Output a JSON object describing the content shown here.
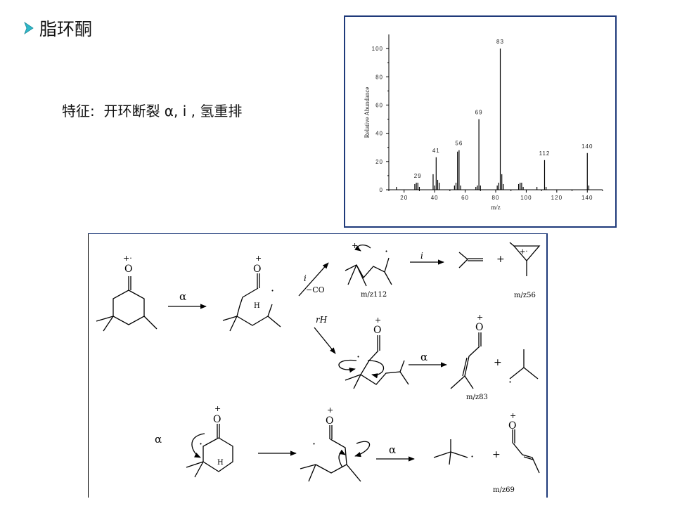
{
  "title": "脂环酮",
  "feature_text": "特征:  开环断裂 α, i , 氢重排",
  "colors": {
    "bullet": "#2fb8c9",
    "frame": "#1f3a7a"
  },
  "chart_data": {
    "type": "bar",
    "xlabel": "m/z",
    "ylabel": "Relative Abundance",
    "xlim": [
      10,
      150
    ],
    "ylim": [
      0,
      110
    ],
    "xticks": [
      "20",
      "40",
      "60",
      "80",
      "100",
      "120",
      "140"
    ],
    "yticks": [
      "0",
      "20",
      "40",
      "60",
      "80",
      "100"
    ],
    "peaks": [
      {
        "x": 15,
        "y": 2
      },
      {
        "x": 27,
        "y": 4
      },
      {
        "x": 28,
        "y": 5
      },
      {
        "x": 29,
        "y": 5
      },
      {
        "x": 30,
        "y": 2
      },
      {
        "x": 39,
        "y": 11
      },
      {
        "x": 40,
        "y": 3
      },
      {
        "x": 41,
        "y": 23
      },
      {
        "x": 42,
        "y": 7
      },
      {
        "x": 43,
        "y": 5
      },
      {
        "x": 53,
        "y": 3
      },
      {
        "x": 54,
        "y": 5
      },
      {
        "x": 55,
        "y": 27
      },
      {
        "x": 56,
        "y": 28
      },
      {
        "x": 57,
        "y": 3
      },
      {
        "x": 67,
        "y": 2
      },
      {
        "x": 68,
        "y": 3
      },
      {
        "x": 69,
        "y": 50
      },
      {
        "x": 70,
        "y": 3
      },
      {
        "x": 81,
        "y": 3
      },
      {
        "x": 82,
        "y": 5
      },
      {
        "x": 83,
        "y": 100
      },
      {
        "x": 84,
        "y": 11
      },
      {
        "x": 85,
        "y": 4
      },
      {
        "x": 95,
        "y": 4
      },
      {
        "x": 96,
        "y": 5
      },
      {
        "x": 97,
        "y": 5
      },
      {
        "x": 98,
        "y": 2
      },
      {
        "x": 107,
        "y": 2
      },
      {
        "x": 112,
        "y": 21
      },
      {
        "x": 113,
        "y": 2
      },
      {
        "x": 140,
        "y": 26
      },
      {
        "x": 141,
        "y": 3
      }
    ],
    "labels": [
      {
        "x": 29,
        "y": 5,
        "text": "29"
      },
      {
        "x": 41,
        "y": 23,
        "text": "41"
      },
      {
        "x": 56,
        "y": 28,
        "text": "56"
      },
      {
        "x": 69,
        "y": 50,
        "text": "69"
      },
      {
        "x": 83,
        "y": 100,
        "text": "83"
      },
      {
        "x": 112,
        "y": 21,
        "text": "112"
      },
      {
        "x": 140,
        "y": 26,
        "text": "140"
      }
    ]
  },
  "scheme": {
    "alpha": "α",
    "i": "i",
    "co": "−CO",
    "rh": "rH",
    "plus": "+",
    "dot": "·",
    "plusdot": "+·",
    "O": "O",
    "H": "H",
    "mz112": "m/z112",
    "mz56": "m/z56",
    "mz83": "m/z83",
    "mz69": "m/z69"
  }
}
